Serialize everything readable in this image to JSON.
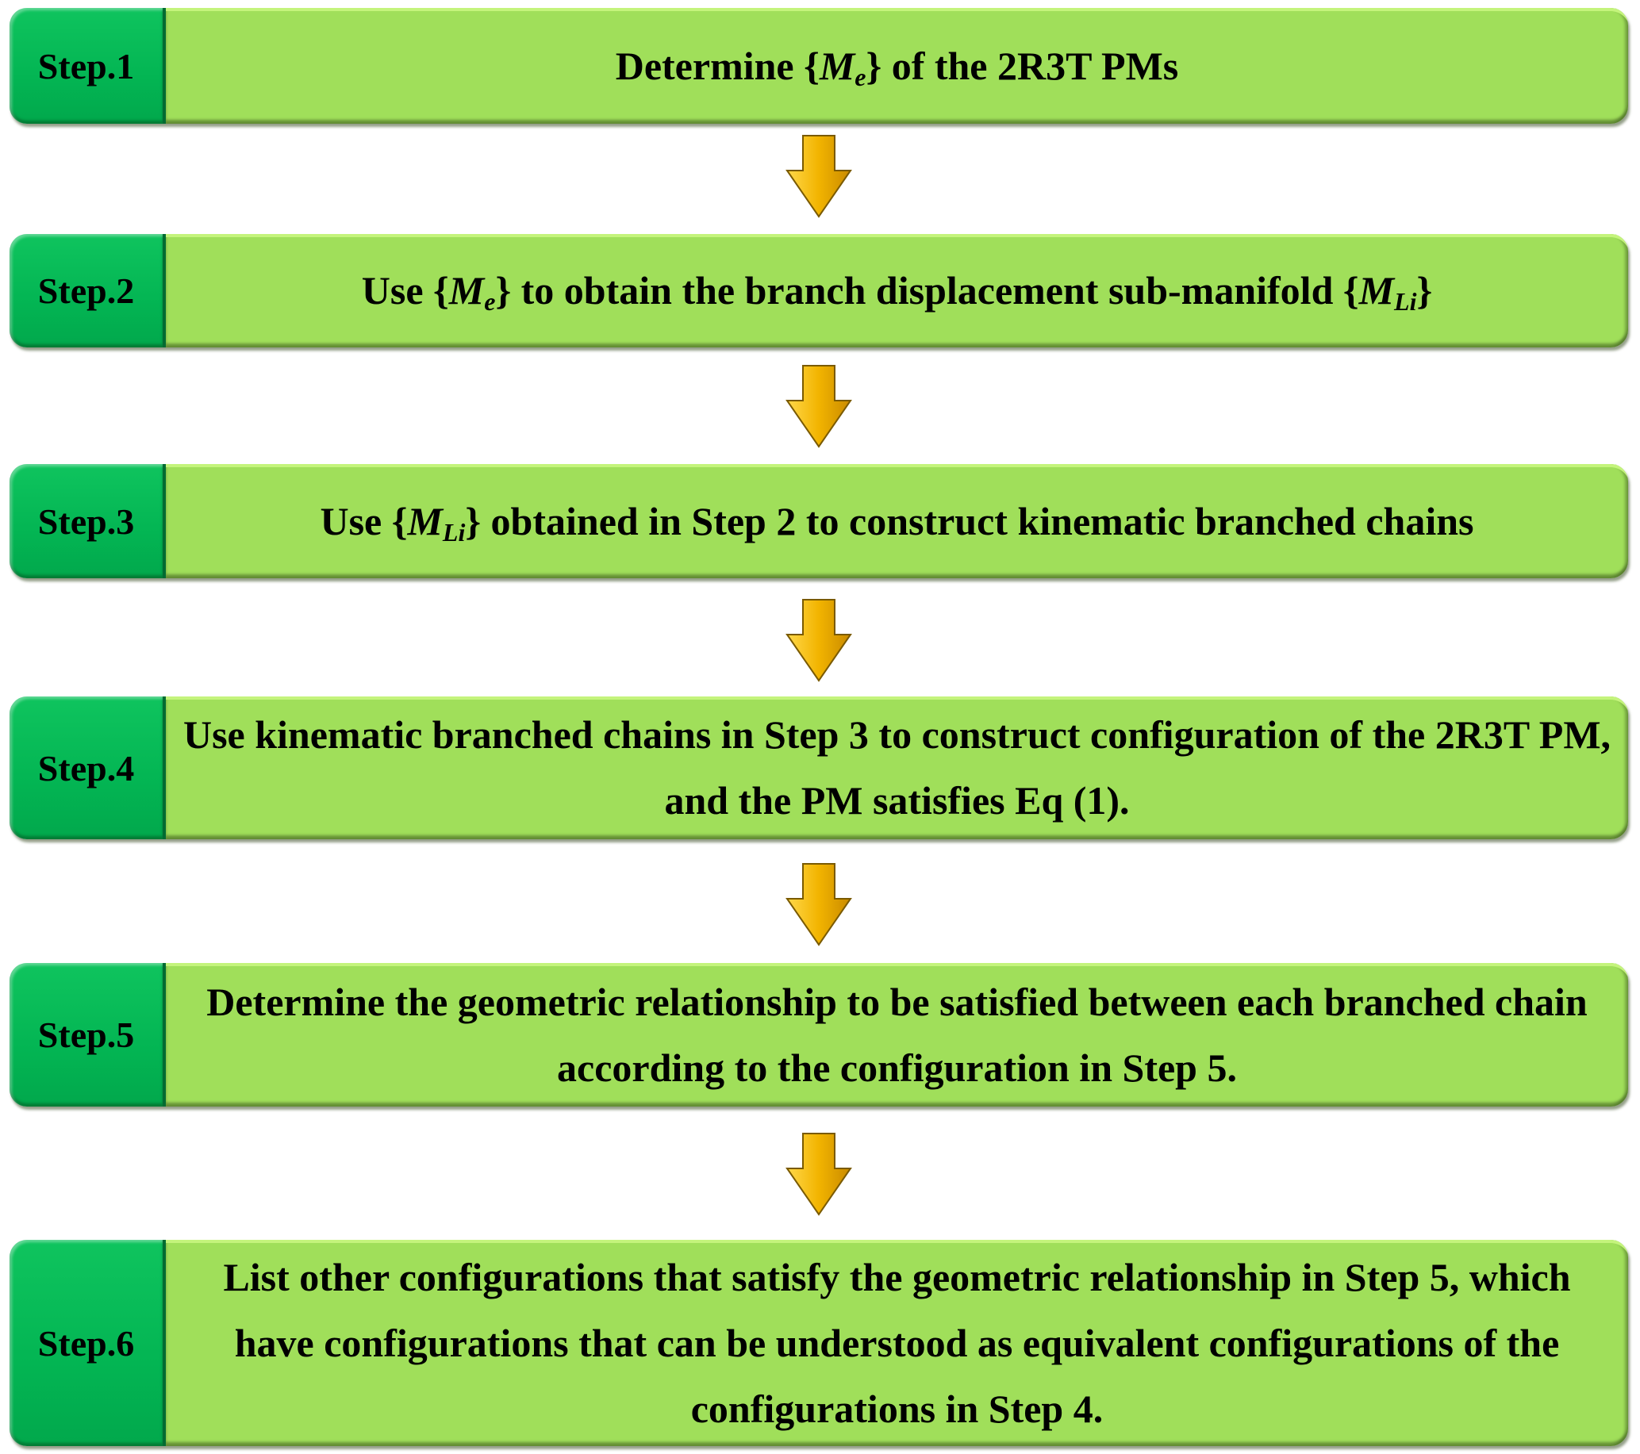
{
  "steps": [
    {
      "label": "Step.1",
      "segments": [
        {
          "t": "Determine {"
        },
        {
          "t": "M",
          "i": true
        },
        {
          "t": "e",
          "sub": true
        },
        {
          "t": "} of the 2R3T PMs"
        }
      ]
    },
    {
      "label": "Step.2",
      "segments": [
        {
          "t": "Use {"
        },
        {
          "t": "M",
          "i": true
        },
        {
          "t": "e",
          "sub": true
        },
        {
          "t": "} to obtain the branch displacement sub-manifold  {"
        },
        {
          "t": "M",
          "i": true
        },
        {
          "t": "Li",
          "sub": true
        },
        {
          "t": "}"
        }
      ]
    },
    {
      "label": "Step.3",
      "segments": [
        {
          "t": "Use {"
        },
        {
          "t": "M",
          "i": true
        },
        {
          "t": "Li",
          "sub": true
        },
        {
          "t": "} obtained in Step 2 to construct kinematic branched chains"
        }
      ]
    },
    {
      "label": "Step.4",
      "segments": [
        {
          "t": "Use kinematic branched chains in Step 3 to construct configuration of the 2R3T PM, and the PM satisfies Eq (1)."
        }
      ]
    },
    {
      "label": "Step.5",
      "segments": [
        {
          "t": "Determine the geometric relationship to be satisfied between each branched chain according to the configuration in Step 5."
        }
      ]
    },
    {
      "label": "Step.6",
      "segments": [
        {
          "t": "List other configurations that satisfy the geometric relationship in Step 5, which have configurations that can be understood as equivalent configurations of the configurations in Step 4."
        }
      ]
    }
  ],
  "colors": {
    "label_green": "#03b553",
    "main_green": "#a0df5a",
    "arrow_gold": "#f2b400"
  }
}
